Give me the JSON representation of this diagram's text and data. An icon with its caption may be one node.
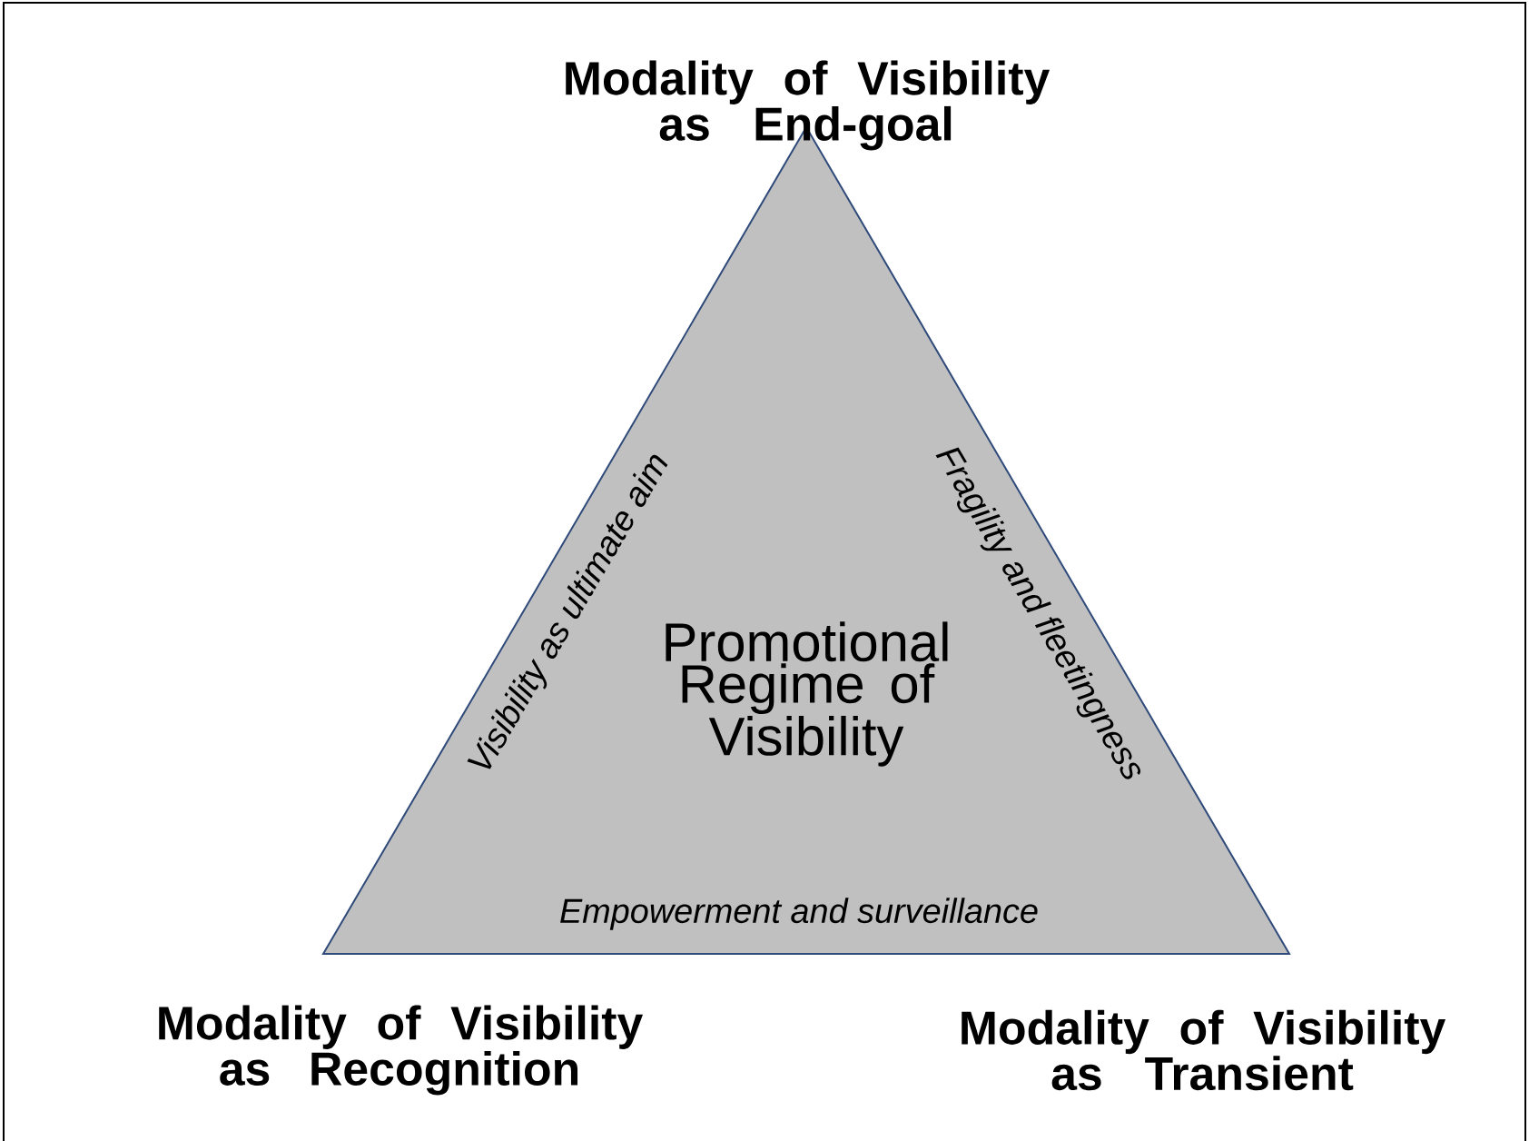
{
  "diagram": {
    "nodes": [
      {
        "text": [
          "Promotional Regime of Visibility",
          "Visibility as ultimate aim",
          "Fragility and fleetingness",
          "Empowerment and surveillance"
        ]
      }
    ],
    "labels": [
      "Modality of Visibility as End-goal",
      "Modality of Visibility as Recognition",
      "Modality of Visibility as Transient"
    ]
  }
}
